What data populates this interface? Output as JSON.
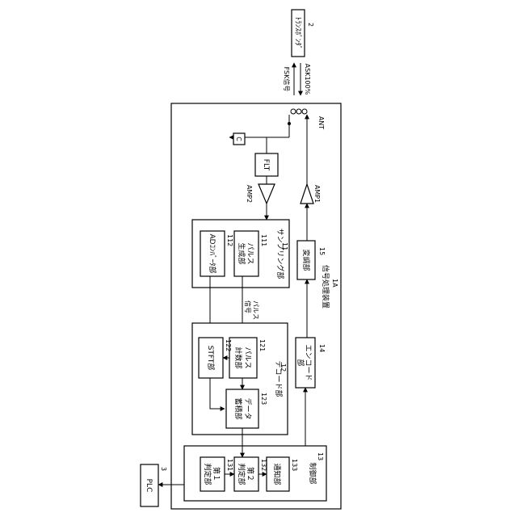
{
  "figure_title": "図１",
  "blocks": {
    "transponder": {
      "label": "ﾄﾗﾝｽﾎﾟﾝﾀﾞ",
      "ref": "2"
    },
    "plc": {
      "label": "PLC",
      "ref": "3"
    },
    "device": {
      "label": "信号処理装置",
      "ref": "1A"
    },
    "control": {
      "label": "制御部",
      "ref": "13"
    },
    "notify": {
      "label": "通知部",
      "ref": "133"
    },
    "judge2": {
      "label_1": "第２",
      "label_2": "判定部",
      "ref": "132"
    },
    "judge1": {
      "label_1": "第１",
      "label_2": "判定部",
      "ref": "131"
    },
    "encoder": {
      "label_1": "エンコード",
      "label_2": "部",
      "ref": "14"
    },
    "modulator": {
      "label": "変調部",
      "ref": "15"
    },
    "decoder": {
      "label": "デコード部",
      "ref": "12"
    },
    "pulse_counter": {
      "label_1": "パルス",
      "label_2": "計数部",
      "ref": "121"
    },
    "stft": {
      "label": "STFT部",
      "ref": "122"
    },
    "data_store": {
      "label_1": "データ",
      "label_2": "蓄積部",
      "ref": "123"
    },
    "sampling": {
      "label": "サンプリング部",
      "ref": "11"
    },
    "pulse_gen": {
      "label_1": "パルス",
      "label_2": "生成部",
      "ref": "111"
    },
    "adc": {
      "label": "ADｺﾝﾊﾞｰﾀ部",
      "ref": "112"
    },
    "flt": {
      "label": "FLT"
    },
    "cap": {
      "label": "C"
    },
    "amp1": {
      "label": "AMP1"
    },
    "amp2": {
      "label": "AMP2"
    },
    "ant": {
      "label": "ANT"
    }
  },
  "signals": {
    "ask": "ASK100%",
    "fsk": "FSK信号",
    "pulse_signal_1": "パルス",
    "pulse_signal_2": "信号"
  }
}
